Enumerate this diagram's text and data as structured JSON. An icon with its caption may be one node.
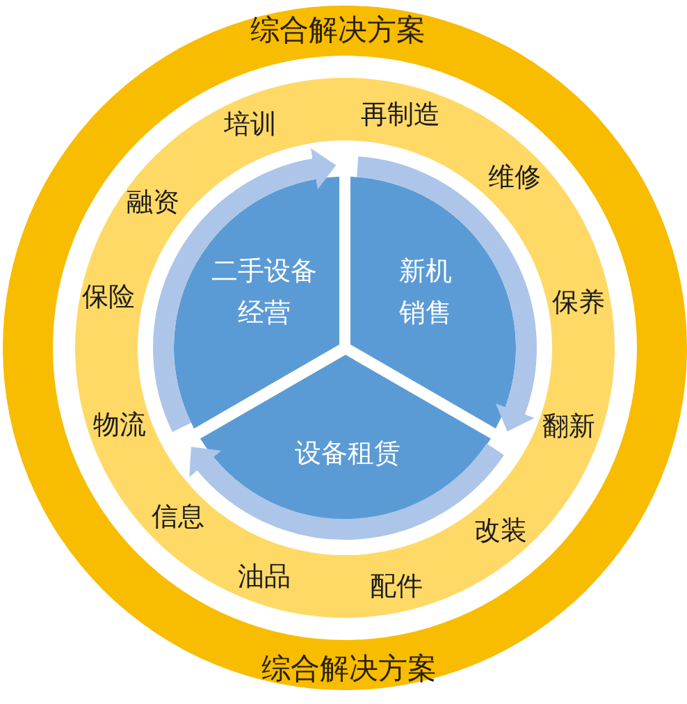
{
  "diagram": {
    "nodes": [
      {
        "text": [
          "综合解决方案",
          "综合解决方案"
        ]
      },
      {
        "text": [
          "培训",
          "再制造",
          "维修",
          "融资",
          "保险",
          "保养",
          "物流",
          "翻新",
          "信息",
          "改装",
          "油品",
          "配件"
        ],
        "in": 0
      },
      {
        "text": [
          "二手设备经营"
        ],
        "in": 1
      },
      {
        "text": [
          "新机销售"
        ],
        "in": 1
      },
      {
        "text": [
          "设备租赁"
        ],
        "in": 1
      }
    ],
    "edges": [
      {
        "from": 2,
        "to": 3,
        "arrow": "to"
      },
      {
        "from": 3,
        "to": 4,
        "arrow": "to"
      },
      {
        "from": 4,
        "to": 2,
        "arrow": "to"
      }
    ]
  }
}
